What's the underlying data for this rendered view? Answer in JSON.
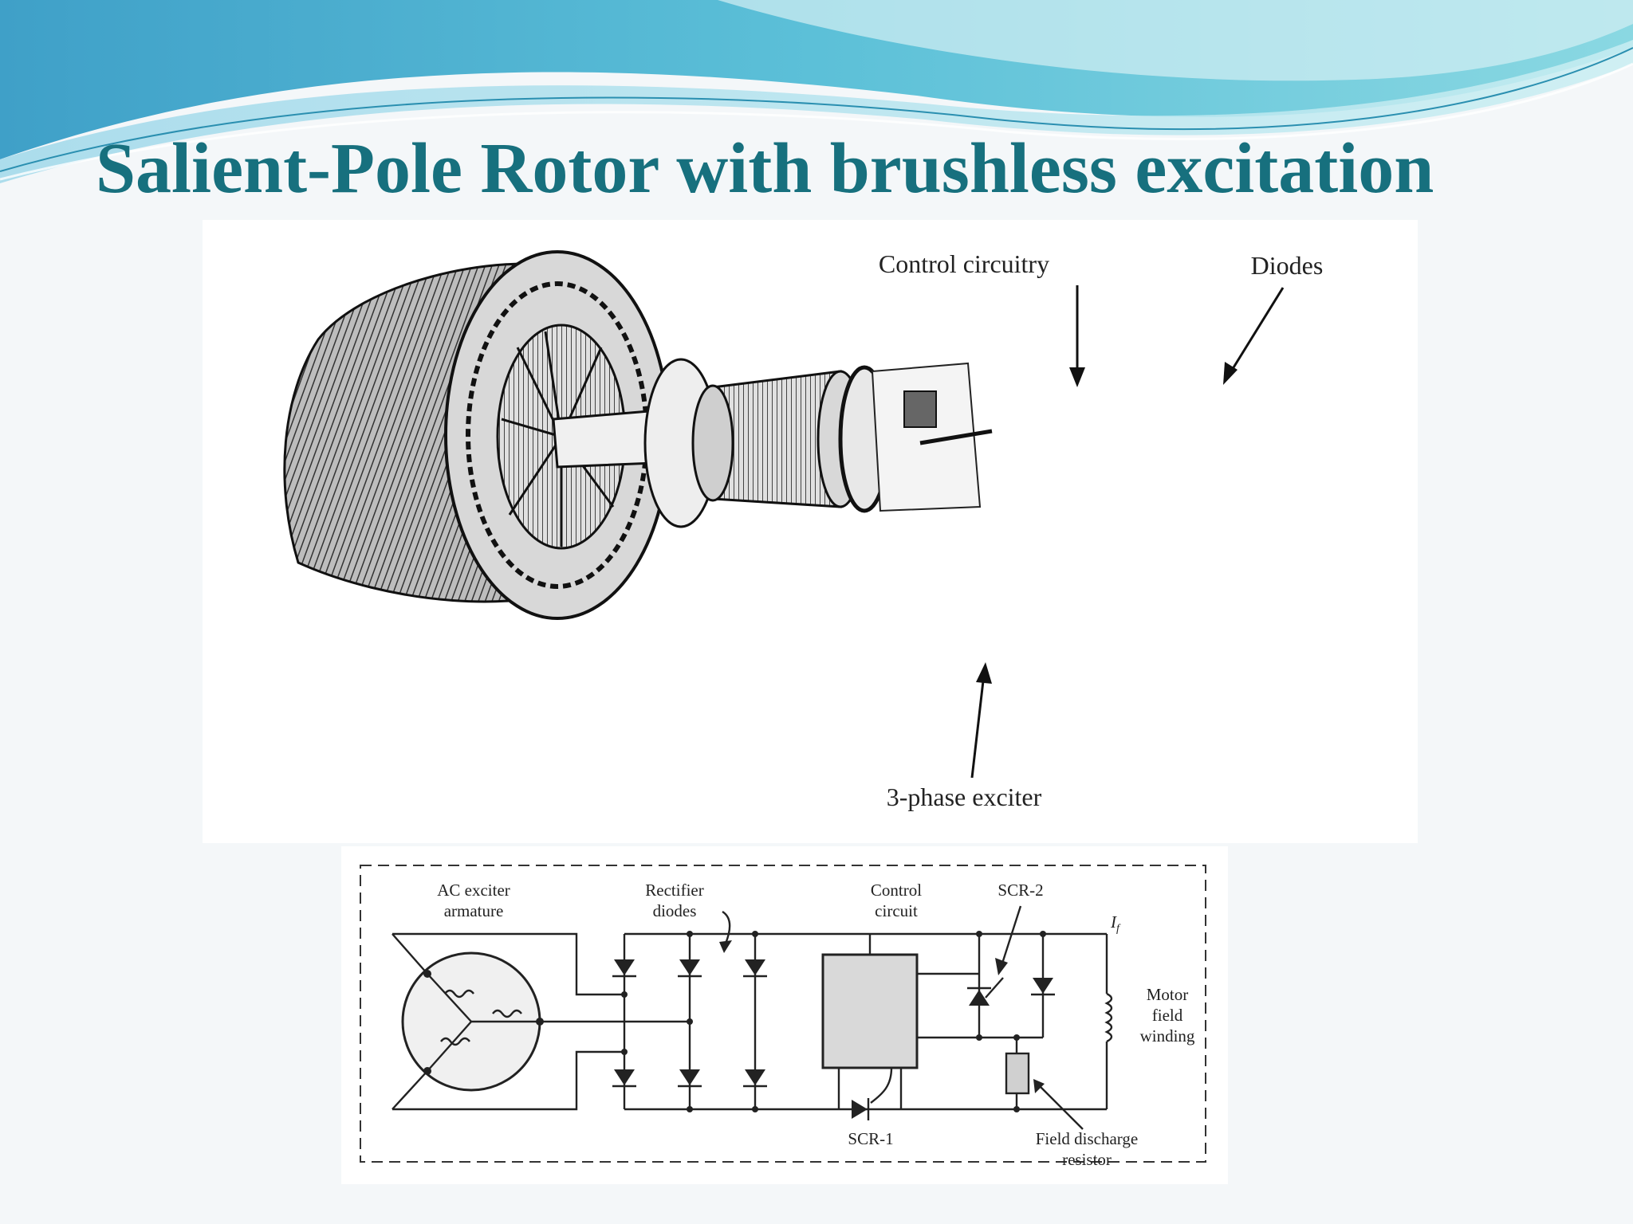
{
  "slide": {
    "title": "Salient-Pole Rotor with brushless excitation",
    "accent_color": "#17707e"
  },
  "photo_figure": {
    "labels": {
      "control_circuitry": "Control circuitry",
      "diodes": "Diodes",
      "exciter": "3-phase exciter"
    }
  },
  "circuit_figure": {
    "labels": {
      "ac_exciter_line1": "AC exciter",
      "ac_exciter_line2": "armature",
      "rectifier_line1": "Rectifier",
      "rectifier_line2": "diodes",
      "control_line1": "Control",
      "control_line2": "circuit",
      "scr2": "SCR-2",
      "scr1": "SCR-1",
      "if_symbol": "I",
      "if_subscript": "f",
      "motor_line1": "Motor",
      "motor_line2": "field",
      "motor_line3": "winding",
      "discharge_line1": "Field discharge",
      "discharge_line2": "resistor"
    }
  }
}
